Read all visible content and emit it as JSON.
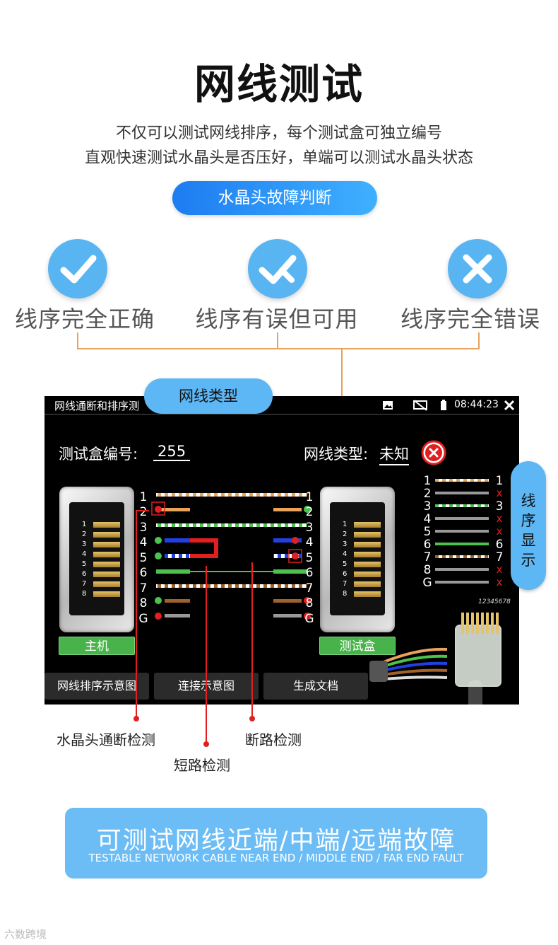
{
  "header": {
    "title": "网线测试",
    "subtitle_line1": "不仅可以测试网线排序，每个测试盒可独立编号",
    "subtitle_line2": "直观快速测试水晶头是否压好，单端可以测试水晶头状态",
    "fault_pill": "水晶头故障判断"
  },
  "status_types": [
    {
      "label": "线序完全正确",
      "icon": "check-icon"
    },
    {
      "label": "线序有误但可用",
      "icon": "check-cross-icon"
    },
    {
      "label": "线序完全错误",
      "icon": "cross-icon"
    }
  ],
  "screen": {
    "callout_type": "网线类型",
    "window_title": "网线通断和排序测",
    "clock": "08:44:23",
    "statusbar_icons": [
      "image-icon",
      "screen-off-icon",
      "battery-icon",
      "close-icon"
    ],
    "box_id_label": "测试盒编号:",
    "box_id_value": "255",
    "cable_type_label": "网线类型:",
    "cable_type_value": "未知",
    "left_pin_numbers": [
      "1",
      "2",
      "3",
      "4",
      "5",
      "6",
      "7",
      "8",
      "G"
    ],
    "right_pin_numbers": [
      "1",
      "2",
      "3",
      "4",
      "5",
      "6",
      "7",
      "8",
      "G"
    ],
    "host_button": "主机",
    "tester_button": "测试盒",
    "tabs": [
      "网线排序示意图",
      "连接示意图",
      "生成文档"
    ],
    "order_left": [
      "1",
      "2",
      "3",
      "4",
      "5",
      "6",
      "7",
      "8",
      "G"
    ],
    "order_right": [
      "1",
      "x",
      "3",
      "x",
      "x",
      "6",
      "7",
      "x",
      "x"
    ],
    "connector_label": "12345678",
    "order_callout": "线序显示"
  },
  "annotations": {
    "crystal_check": "水晶头通断检测",
    "short_check": "短路检测",
    "break_check": "断路检测"
  },
  "banner": {
    "main": "可测试网线近端/中端/远端故障",
    "sub": "TESTABLE NETWORK CABLE NEAR END / MIDDLE END / FAR END FAULT"
  },
  "watermark": "六数跨境",
  "colors": {
    "accent_blue": "#1d7cf0",
    "light_blue": "#5db7f5",
    "connector_orange": "#e8a25c",
    "green_button": "#48b34a",
    "error_red": "#e02020"
  }
}
